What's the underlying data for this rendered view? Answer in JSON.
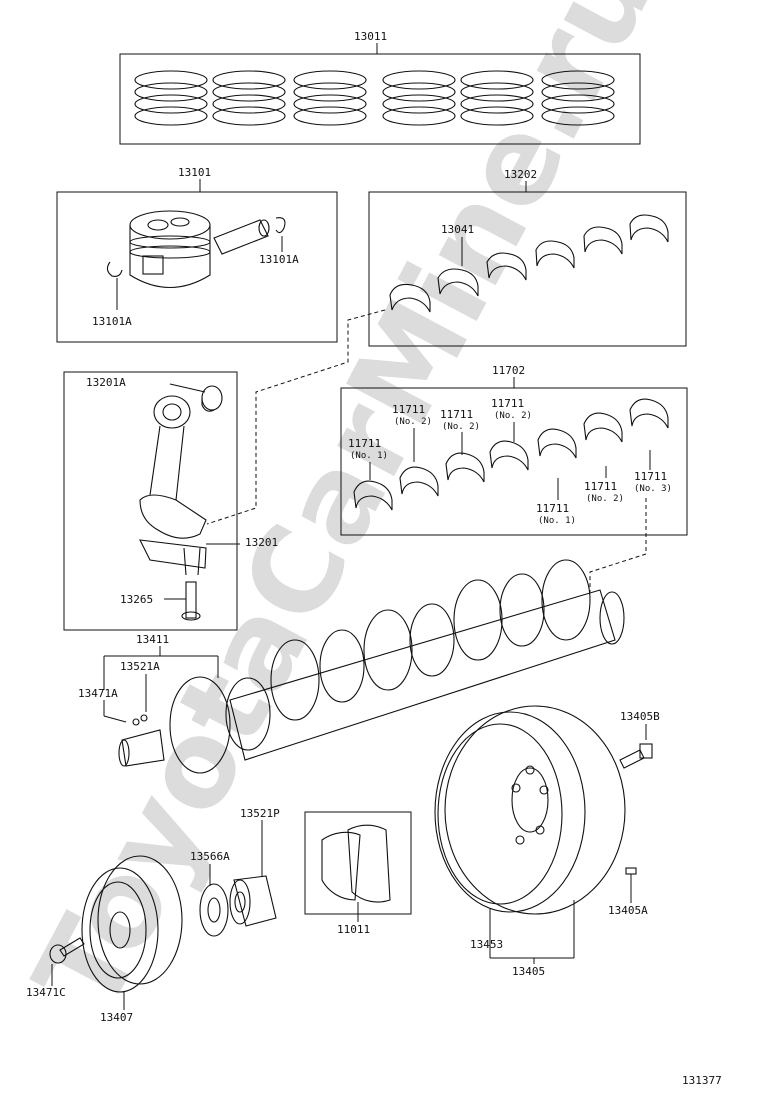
{
  "watermark": "ToyotaCarMine.ru",
  "figure_number": "131377",
  "parts": {
    "piston_ring_set": "13011",
    "piston": "13101",
    "piston_pin_clip_right": "13101A",
    "piston_pin_clip_left": "13101A",
    "conrod_bearing_set": "13202",
    "conrod_bearing": "13041",
    "conrod_bush": "13201A",
    "connecting_rod": "13201",
    "conrod_bolt": "13265",
    "main_bearing_set": "11702",
    "bearing_a": "11711",
    "bearing_a_sub": "(No. 1)",
    "bearing_b": "11711",
    "bearing_b_sub": "(No. 2)",
    "bearing_c": "11711",
    "bearing_c_sub": "(No. 2)",
    "bearing_d": "11711",
    "bearing_d_sub": "(No. 2)",
    "bearing_e": "11711",
    "bearing_e_sub": "(No. 1)",
    "bearing_f": "11711",
    "bearing_f_sub": "(No. 2)",
    "bearing_g": "11711",
    "bearing_g_sub": "(No. 3)",
    "crankshaft": "13411",
    "crank_key": "13521A",
    "crank_pin": "13471A",
    "flywheel_bolt": "13405B",
    "crank_gear": "13521P",
    "crank_washer": "13566A",
    "thrust_washer_set": "11011",
    "ring_gear_pin": "13405A",
    "ring_gear": "13453",
    "flywheel": "13405",
    "pulley_bolt": "13471C",
    "crank_pulley": "13407"
  }
}
